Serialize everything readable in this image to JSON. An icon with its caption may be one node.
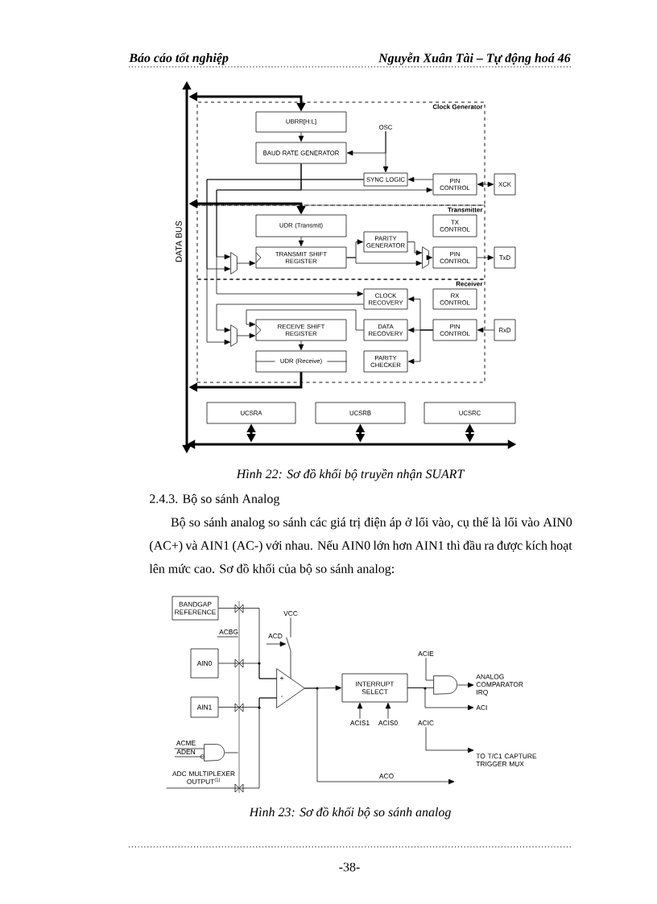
{
  "diagram": {
    "nodes": [
      {
        "text": [
          "Clock Generator"
        ]
      },
      {
        "text": [
          "Transmitter"
        ]
      },
      {
        "text": [
          "Receiver"
        ]
      },
      {
        "text": [
          "UBRR[H:L]"
        ],
        "in": 0
      },
      {
        "text": [
          "BAUD RATE GENERATOR"
        ],
        "in": 0
      },
      {
        "text": [
          "OSC"
        ],
        "in": 0
      },
      {
        "text": [
          "SYNC LOGIC"
        ],
        "in": 0
      },
      {
        "text": [
          "PIN CONTROL"
        ],
        "in": 0
      },
      {
        "text": [
          "XCK"
        ]
      },
      {
        "text": [
          "UDR (Transmit)"
        ],
        "in": 1
      },
      {
        "text": [
          "TX CONTROL"
        ],
        "in": 1
      },
      {
        "text": [
          "PARITY GENERATOR"
        ],
        "in": 1
      },
      {
        "text": [
          "TRANSMIT SHIFT REGISTER"
        ],
        "in": 1
      },
      {
        "text": [],
        "shape": "trapezoid",
        "in": 1
      },
      {
        "text": [],
        "shape": "trapezoid",
        "in": 1
      },
      {
        "text": [
          "PIN CONTROL"
        ],
        "in": 1
      },
      {
        "text": [
          "TxD"
        ]
      },
      {
        "text": [
          "CLOCK RECOVERY"
        ],
        "in": 2
      },
      {
        "text": [
          "RX CONTROL"
        ],
        "in": 2
      },
      {
        "text": [
          "RECEIVE SHIFT REGISTER"
        ],
        "in": 2
      },
      {
        "text": [],
        "shape": "trapezoid",
        "in": 2
      },
      {
        "text": [
          "DATA RECOVERY"
        ],
        "in": 2
      },
      {
        "text": [
          "PIN CONTROL"
        ],
        "in": 2
      },
      {
        "text": [
          "RxD"
        ]
      },
      {
        "text": [
          "UDR (Receive)"
        ],
        "in": 2
      },
      {
        "text": [
          "PARITY CHECKER"
        ],
        "in": 2
      },
      {
        "text": [
          "UCSRA"
        ]
      },
      {
        "text": [
          "UCSRB"
        ]
      },
      {
        "text": [
          "UCSRC"
        ]
      },
      {
        "text": [
          "BANDGAP REFERENCE"
        ]
      },
      {
        "text": [
          "AIN0"
        ]
      },
      {
        "text": [
          "AIN1"
        ]
      },
      {
        "text": [],
        "shape": "triangle"
      },
      {
        "text": [
          "INTERRUPT SELECT"
        ]
      },
      {
        "text": [],
        "shape": "gate"
      },
      {
        "text": [
          "ANALOG COMPARATOR IRQ"
        ]
      },
      {
        "text": [
          "ACI"
        ]
      },
      {
        "text": [
          "TO T/C1 CAPTURE TRIGGER MUX"
        ]
      },
      {
        "text": [
          "ACIS1"
        ]
      },
      {
        "text": [
          "ACIS0"
        ]
      },
      {
        "text": [
          "ACIE"
        ]
      },
      {
        "text": [
          "ACIC"
        ]
      },
      {
        "text": [
          "ACBG"
        ]
      },
      {
        "text": [
          "ACME"
        ]
      },
      {
        "text": [
          "ADEN"
        ]
      },
      {
        "text": [],
        "shape": "gate"
      },
      {
        "text": [
          "ADC MULTIPLEXER OUTPUT$^{(1)}$"
        ]
      },
      {
        "text": [
          "VCC"
        ]
      },
      {
        "text": [
          "ACD"
        ]
      },
      {
        "text": [],
        "shape": "bar"
      },
      {
        "text": [],
        "shape": "switch"
      },
      {
        "text": [
          "DATA BUS"
        ]
      },
      {
        "text": [],
        "shape": "bar"
      }
    ],
    "edges": [
      {
        "from": 51,
        "to": 3,
        "arrow": "both",
        "style": "thick"
      },
      {
        "from": 3,
        "to": 4,
        "arrow": "to"
      },
      {
        "from": 5,
        "to": 4,
        "arrow": "to"
      },
      {
        "from": 5,
        "to": 6,
        "arrow": "to"
      },
      {
        "from": 4,
        "to": 7,
        "arrow": "to"
      },
      {
        "from": 4,
        "to": 13,
        "arrow": "to"
      },
      {
        "from": 4,
        "to": 17,
        "arrow": "to"
      },
      {
        "from": 7,
        "to": 6,
        "arrow": "to"
      },
      {
        "from": 7,
        "to": 8,
        "arrow": "both"
      },
      {
        "from": 6,
        "to": 13,
        "arrow": "to"
      },
      {
        "from": 6,
        "to": 20,
        "arrow": "to"
      },
      {
        "from": 17,
        "to": 20,
        "arrow": "to"
      },
      {
        "from": 13,
        "to": 12,
        "arrow": "to"
      },
      {
        "from": 51,
        "to": 9,
        "arrow": "both",
        "style": "thick"
      },
      {
        "from": 9,
        "to": 12,
        "arrow": "to"
      },
      {
        "from": 12,
        "to": 11,
        "arrow": "to"
      },
      {
        "from": 12,
        "to": 14,
        "arrow": "to"
      },
      {
        "from": 11,
        "to": 14,
        "arrow": "to"
      },
      {
        "from": 14,
        "to": 15,
        "arrow": "to"
      },
      {
        "from": 15,
        "to": 16,
        "arrow": "to"
      },
      {
        "from": 23,
        "to": 22,
        "arrow": "to"
      },
      {
        "from": 22,
        "to": 21,
        "arrow": "to"
      },
      {
        "from": 22,
        "to": 17,
        "arrow": "to"
      },
      {
        "from": 22,
        "to": 25,
        "arrow": "to"
      },
      {
        "from": 21,
        "to": 19,
        "arrow": "to"
      },
      {
        "from": 20,
        "to": 19,
        "arrow": "to"
      },
      {
        "from": 19,
        "to": 24,
        "arrow": "to"
      },
      {
        "from": 24,
        "to": 51,
        "arrow": "to",
        "style": "thick"
      },
      {
        "from": 26,
        "to": 49,
        "arrow": "both",
        "style": "thick"
      },
      {
        "from": 27,
        "to": 49,
        "arrow": "both",
        "style": "thick"
      },
      {
        "from": 28,
        "to": 49,
        "arrow": "both",
        "style": "thick"
      },
      {
        "from": 29,
        "to": 32,
        "arrow": "none"
      },
      {
        "from": 30,
        "to": 32,
        "arrow": "none"
      },
      {
        "from": 31,
        "to": 32,
        "arrow": "none"
      },
      {
        "from": 46,
        "to": 32,
        "arrow": "none"
      },
      {
        "from": 47,
        "to": 50,
        "arrow": "none"
      },
      {
        "from": 32,
        "to": 33,
        "arrow": "to"
      },
      {
        "from": 32,
        "to": null,
        "arrow": "to",
        "label": "ACO"
      },
      {
        "from": 38,
        "to": 33,
        "arrow": "to"
      },
      {
        "from": 39,
        "to": 33,
        "arrow": "to"
      },
      {
        "from": 33,
        "to": 34,
        "arrow": "none"
      },
      {
        "from": 40,
        "to": 34,
        "arrow": "none"
      },
      {
        "from": 34,
        "to": 35,
        "arrow": "to"
      },
      {
        "from": 33,
        "to": 36,
        "arrow": "to"
      },
      {
        "from": 41,
        "to": 37,
        "arrow": "to"
      },
      {
        "from": 42,
        "to": 52,
        "arrow": "none"
      },
      {
        "from": 43,
        "to": 45,
        "arrow": "none"
      },
      {
        "from": 44,
        "to": 45,
        "arrow": "none"
      },
      {
        "from": 45,
        "to": 52,
        "arrow": "none"
      },
      {
        "from": 48,
        "to": 50,
        "arrow": "to"
      },
      {
        "from": 50,
        "to": 32,
        "arrow": "none"
      }
    ],
    "labels": [
      "Báo cáo tốt nghiệp",
      "Nguyễn Xuân Tài – Tự động hoá 46",
      "Hình 22: Sơ đồ khối bộ truyền nhận SUART",
      "2.4.3. Bộ so sánh Analog",
      "Bộ so sánh analog so sánh các giá trị điện áp ở lối vào, cụ thể là lối vào AIN0 (AC+) và AIN1 (AC-) với nhau. Nếu AIN0 lớn hơn AIN1 thì đầu ra được kích hoạt lên mức cao. Sơ đồ khối của bộ so sánh analog:",
      "+",
      "-",
      "Hình 23: Sơ đồ khối bộ so sánh analog",
      "-38-"
    ]
  }
}
